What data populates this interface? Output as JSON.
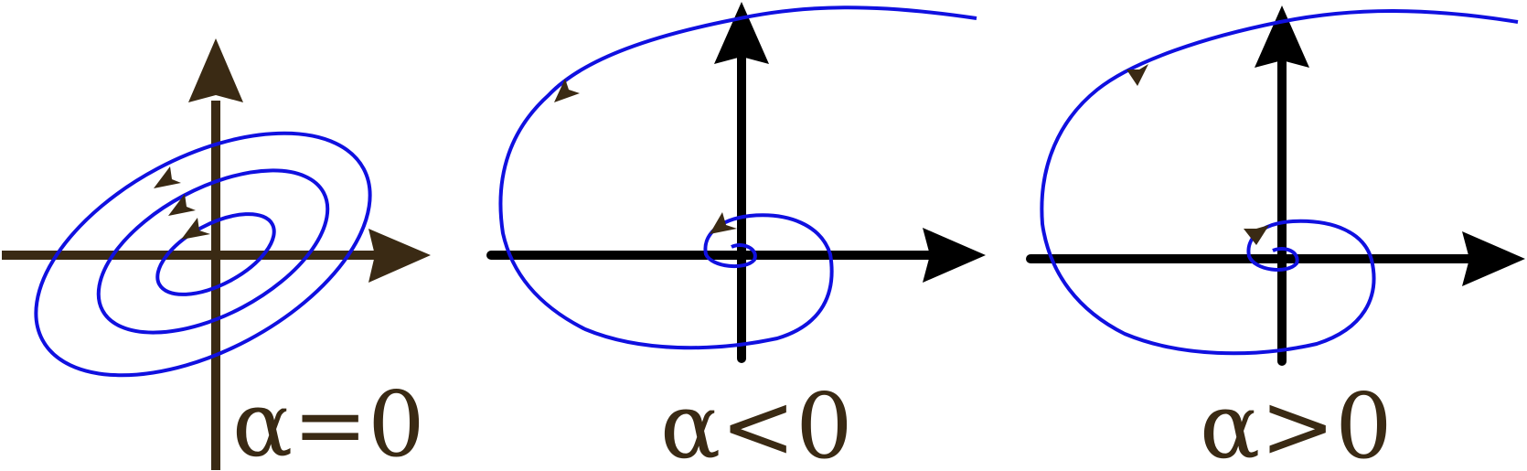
{
  "colors": {
    "orbit": "#1010e0",
    "axis_brown": "#3a2a14",
    "axis_black": "#000000",
    "arrow_marker": "#3a2a14",
    "background": "#ffffff"
  },
  "panels": [
    {
      "id": "center",
      "orbit_type": "closed-orbits",
      "label": "α=0"
    },
    {
      "id": "stable-focus",
      "orbit_type": "spiral",
      "label": "α<0"
    },
    {
      "id": "unstable-focus",
      "orbit_type": "spiral",
      "label": "α>0"
    }
  ]
}
